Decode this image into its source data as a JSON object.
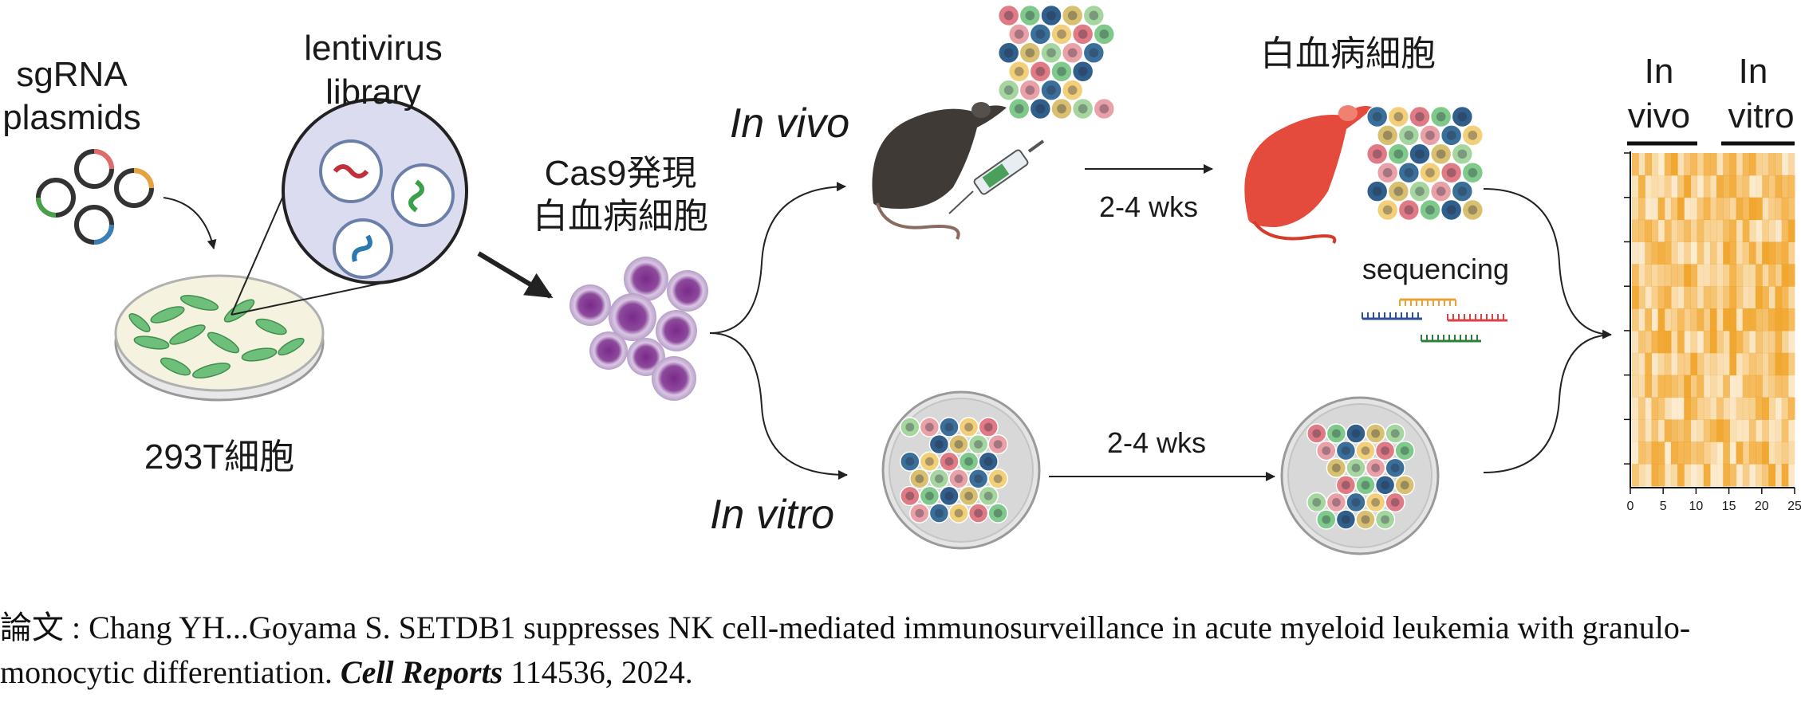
{
  "diagram": {
    "labels": {
      "sgrna_line1": "sgRNA",
      "sgrna_line2": "plasmids",
      "lentivirus_line1": "lentivirus",
      "lentivirus_line2": "library",
      "cells_293t": "293T細胞",
      "cas9_line1": "Cas9発現",
      "cas9_line2": "白血病細胞",
      "in_vivo": "In vivo",
      "in_vitro": "In vitro",
      "duration_top": "2-4 wks",
      "duration_bottom": "2-4 wks",
      "leukemia_cells": "白血病細胞",
      "sequencing": "sequencing"
    },
    "heatmap": {
      "col_group_1": [
        "In",
        "vivo"
      ],
      "col_group_2": [
        "In",
        "vitro"
      ],
      "x_ticks": [
        "0",
        "5",
        "10",
        "15",
        "20",
        "25"
      ]
    },
    "colors": {
      "virus_membrane": "#dcdcf0",
      "leukemia_cell": "#7b3b8c",
      "mouse_dark": "#3f3a36",
      "mouse_red": "#e54b3c",
      "heatmap_high": "#f0a020",
      "heatmap_low": "#fdf3e0"
    }
  },
  "citation": {
    "prefix": "論文 : ",
    "text": "Chang YH...Goyama S. SETDB1 suppresses NK cell-mediated immunosurveillance in acute myeloid leukemia with granulo-monocytic differentiation. ",
    "journal": "Cell Reports",
    "suffix": " 114536, 2024."
  }
}
